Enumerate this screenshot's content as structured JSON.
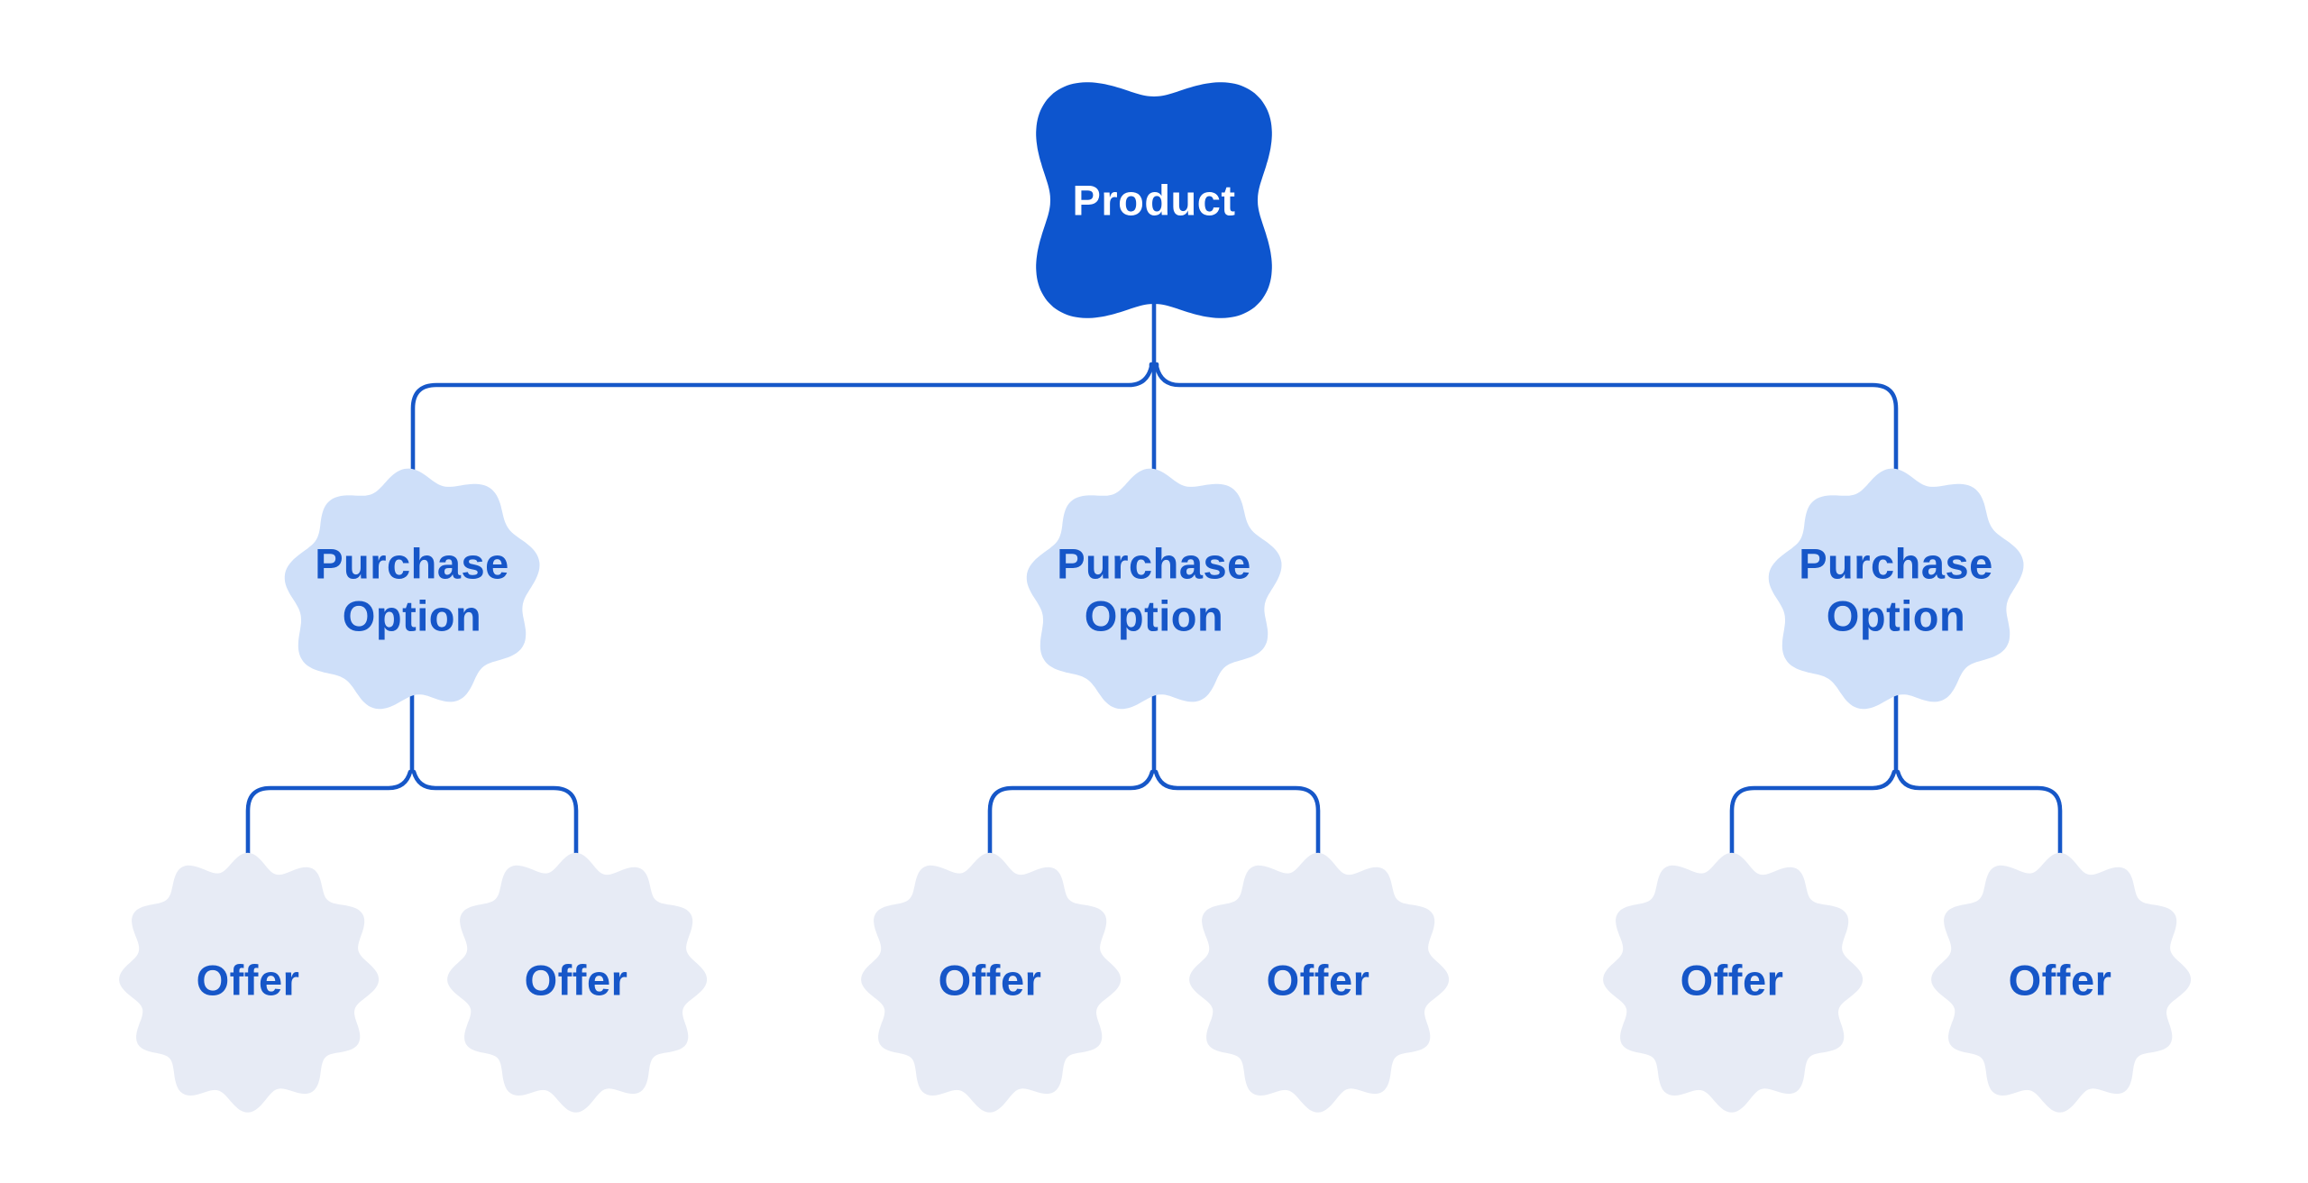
{
  "diagram": {
    "type": "tree",
    "background": "#ffffff",
    "colors": {
      "product_fill": "#0d55ce",
      "product_text": "#ffffff",
      "node_text": "#1656c8",
      "connector": "#1657c8",
      "purchase_option_fill": "#cedff9",
      "offer_fill": "#e7ebf5"
    },
    "root": {
      "label": "Product"
    },
    "purchase_options": [
      {
        "label_line1": "Purchase",
        "label_line2": "Option",
        "offers": [
          {
            "label": "Offer"
          },
          {
            "label": "Offer"
          }
        ]
      },
      {
        "label_line1": "Purchase",
        "label_line2": "Option",
        "offers": [
          {
            "label": "Offer"
          },
          {
            "label": "Offer"
          }
        ]
      },
      {
        "label_line1": "Purchase",
        "label_line2": "Option",
        "offers": [
          {
            "label": "Offer"
          },
          {
            "label": "Offer"
          }
        ]
      }
    ]
  }
}
